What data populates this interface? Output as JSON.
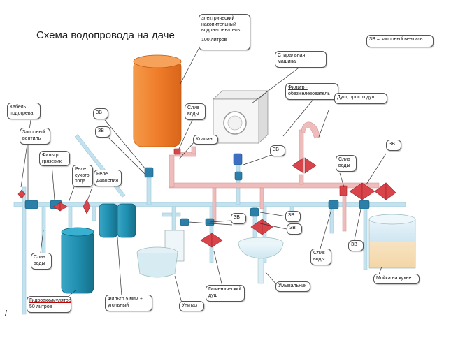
{
  "title": "Схема водопровода  на даче",
  "legend_note": "ЗВ = запорный вентиль",
  "heater": {
    "lines": [
      "электрический",
      "накопительный",
      "водонагреватель",
      "",
      "100 литров"
    ]
  },
  "washer": {
    "lines": [
      "Стиральная",
      "машина"
    ]
  },
  "filter_iron": {
    "lines": [
      "Фильтр -",
      "обезжелезователь"
    ]
  },
  "shower": "Душ, просто душ",
  "cable": {
    "lines": [
      "Кабель",
      "подогрева"
    ]
  },
  "main_valve": {
    "lines": [
      "Запорный",
      "вентиль"
    ]
  },
  "mud_filter": {
    "lines": [
      "Фильтр",
      "грязевик"
    ]
  },
  "dry_relay": {
    "lines": [
      "Реле",
      "сухого",
      "хода"
    ]
  },
  "pressure_relay": {
    "lines": [
      "Реле",
      "давления"
    ]
  },
  "drain": {
    "lines": [
      "Слив",
      "воды"
    ]
  },
  "valve_label": "ЗВ",
  "check_valve": "Клапан",
  "accumulator": "Гидроаккумулятор 50 литров",
  "filter5": "Фильтр 5 мкм + угольный",
  "toilet": "Унитаз",
  "hygienic_shower": {
    "lines": [
      "Гигиенический",
      "душ"
    ]
  },
  "washbasin": "Умывальник",
  "kitchen_sink": "Мойка на кухне",
  "slash": "/",
  "colors": {
    "cold": "#b8dcea",
    "hot": "#eab4b4",
    "tank": "#ef7d2a",
    "fitting": "#2b7fa8",
    "valve": "#d9434a",
    "blue_tank": "#1f8fb0"
  }
}
